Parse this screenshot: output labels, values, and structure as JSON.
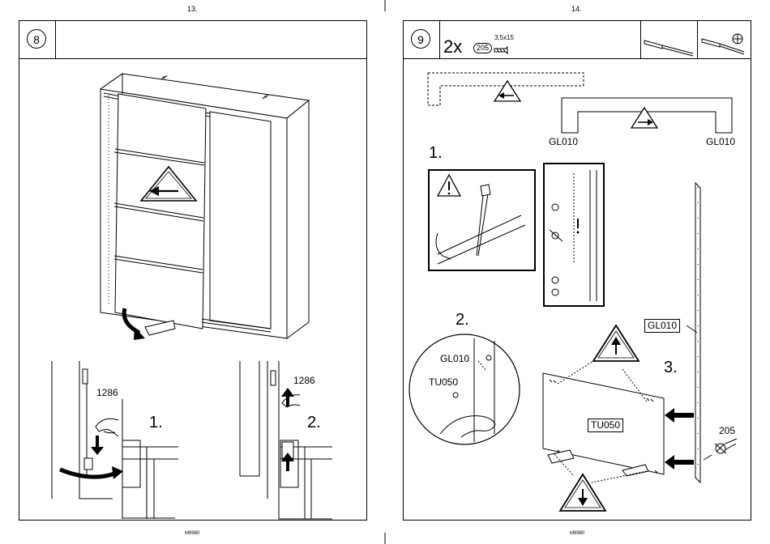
{
  "left_page": {
    "page_number": "13.",
    "step_number": "8",
    "footer": "M9980",
    "part_label_a": "1286",
    "part_label_b": "1286",
    "substep_1": "1.",
    "substep_2": "2."
  },
  "right_page": {
    "page_number": "14.",
    "step_number": "9",
    "quantity": "2x",
    "screw_part": "205",
    "screw_size": "3,5x15",
    "footer": "M9980",
    "rail_label_left": "GL010",
    "rail_label_right": "GL010",
    "substep_1": "1.",
    "substep_2": "2.",
    "substep_3": "3.",
    "detail_label_rail": "GL010",
    "detail_label_panel": "TU050",
    "rail_box_label": "GL010",
    "panel_box_label": "TU050",
    "screw_callout": "205"
  },
  "icons": [
    "warning-arrow-left-icon",
    "warning-arrow-right-icon",
    "warning-exclamation-icon",
    "warning-arrow-up-icon",
    "warning-arrow-down-icon",
    "screwdriver-flat-icon",
    "screwdriver-phillips-icon",
    "screw-icon",
    "hand-icon"
  ]
}
